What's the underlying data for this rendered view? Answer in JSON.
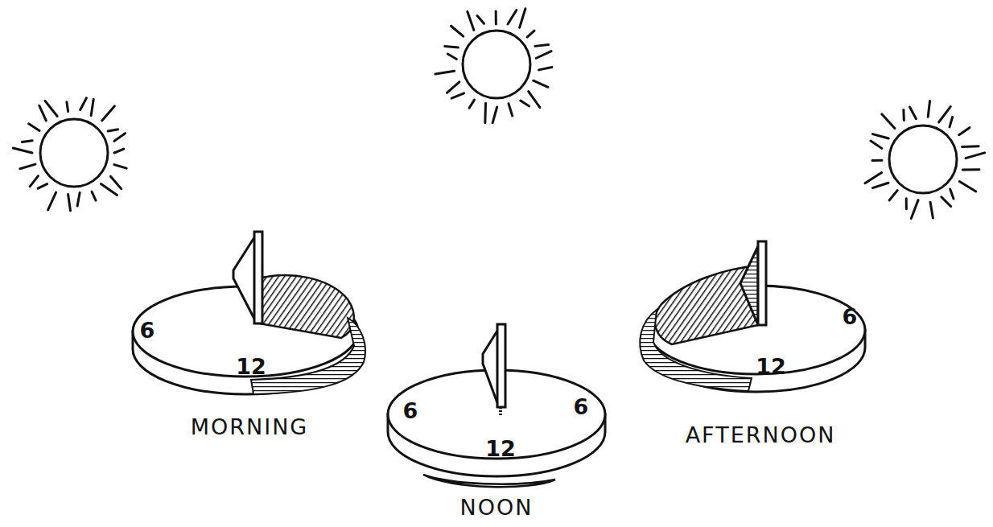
{
  "diagram": {
    "nodes": [
      {
        "text": [
          "6",
          "12",
          "MORNING"
        ]
      },
      {
        "text": [
          "6",
          "6",
          "12",
          "NOON"
        ]
      },
      {
        "text": [
          "6",
          "12",
          "AFTERNOON"
        ]
      }
    ]
  }
}
